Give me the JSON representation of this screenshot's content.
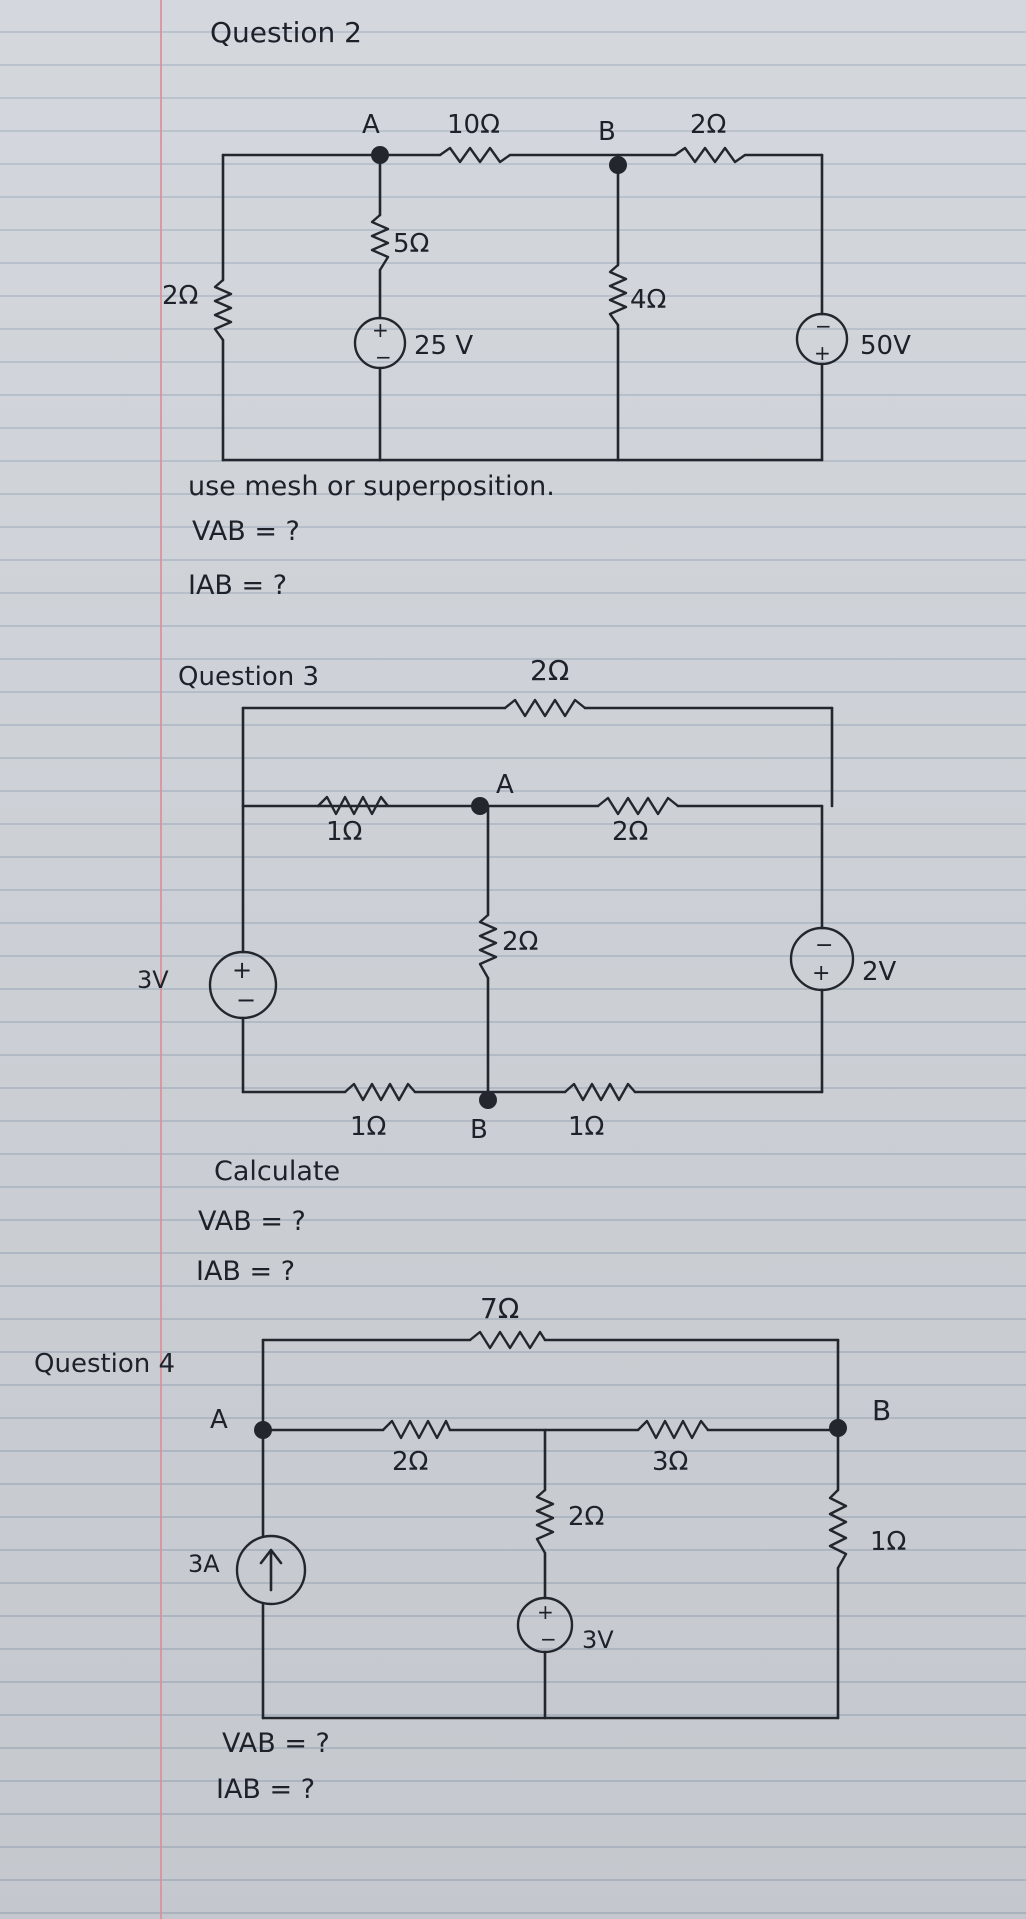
{
  "q2": {
    "title": "Question 2",
    "node_a": "A",
    "node_b": "B",
    "r_left": "2Ω",
    "r_ab": "10Ω",
    "r_right": "2Ω",
    "r_a": "5Ω",
    "r_b": "4Ω",
    "v_mid": "25 V",
    "v_right": "50V",
    "instruction": "use mesh or superposition.",
    "vab": "VAB = ?",
    "iab": "IAB = ?"
  },
  "q3": {
    "title": "Question 3",
    "r_top": "2Ω",
    "node_a": "A",
    "r_1a": "1Ω",
    "r_a2": "2Ω",
    "r_ab": "2Ω",
    "v_left": "3V",
    "v_right": "2V",
    "r_b1": "1Ω",
    "node_b": "B",
    "r_b2": "1Ω",
    "instruction": "Calculate",
    "vab": "VAB = ?",
    "iab": "IAB = ?"
  },
  "q4": {
    "title": "Question 4",
    "r_top": "7Ω",
    "node_a": "A",
    "node_b": "B",
    "r_left": "2Ω",
    "r_right": "3Ω",
    "r_mid": "2Ω",
    "r_b": "1Ω",
    "i_src": "3A",
    "v_src": "3V",
    "vab": "VAB = ?",
    "iab": "IAB = ?"
  }
}
